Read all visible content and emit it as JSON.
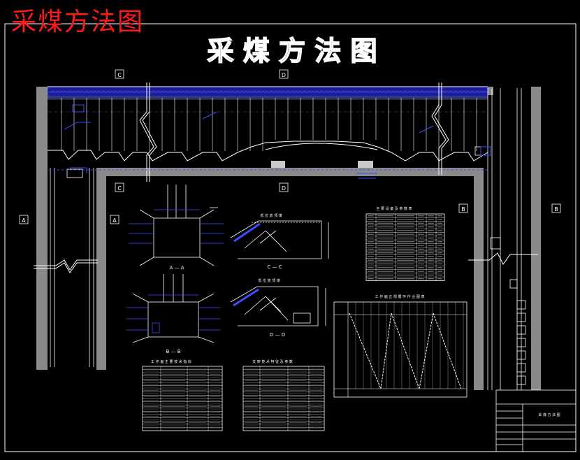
{
  "watermark": "采煤方法图",
  "title": "采 煤 方 法 图",
  "section_markers": {
    "c_top": "C",
    "d_top": "D",
    "c_bottom": "C",
    "d_bottom": "D",
    "a_left_outer": "A",
    "a_left_inner": "A",
    "b_right_inner": "B",
    "b_right_outer": "B"
  },
  "section_labels": {
    "aa": "A — A",
    "bb": "B — B",
    "cc": "C — C",
    "dd": "D — D",
    "cc_caption": "低 位 放 顶 煤",
    "dd_caption": "低 位 放 顶 煤"
  },
  "tables": {
    "equipment_title": "主 要 设 备 及 参 数 表",
    "face_title": "工 作 面 主 要 技 术 指 标",
    "support_title": "支 架 技 术 特 征 及 参 数",
    "cycle_title": "工 作 面 正 规 循 环 作 业 图 表"
  },
  "title_block": {
    "name": "采 煤 方 法 图"
  },
  "colors": {
    "coal": "#0000ff",
    "line": "#ffffff",
    "watermark": "#ff1a1a",
    "background": "#000000"
  }
}
